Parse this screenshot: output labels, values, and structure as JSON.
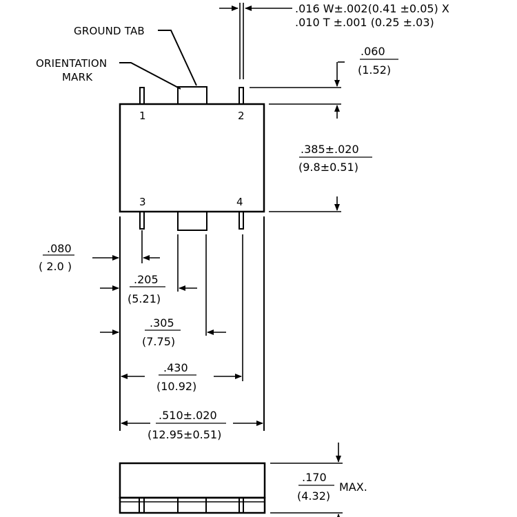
{
  "labels": {
    "ground_tab": "GROUND TAB",
    "orientation_line1": "ORIENTATION",
    "orientation_line2": "MARK"
  },
  "pins": [
    "1",
    "2",
    "3",
    "4"
  ],
  "dimensions": {
    "lead_w_line1": ".016  W±.002(0.41  ±0.05)  X",
    "lead_t_line2": ".010  T  ±.001  (0.25  ±.03)",
    "lead_len_in": ".060",
    "lead_len_mm": "(1.52)",
    "height_in": ".385±.020",
    "height_mm": "(9.8±0.51)",
    "pin_w_in": ".080",
    "pin_w_mm": "( 2.0 )",
    "d205_in": ".205",
    "d205_mm": "(5.21)",
    "d305_in": ".305",
    "d305_mm": "(7.75)",
    "d430_in": ".430",
    "d430_mm": "(10.92)",
    "width_in": ".510±.020",
    "width_mm": "(12.95±0.51)",
    "thick_in": ".170",
    "thick_mm": "(4.32)",
    "thick_suffix": "MAX."
  },
  "colors": {
    "ink": "#000000",
    "paper": "#ffffff"
  }
}
